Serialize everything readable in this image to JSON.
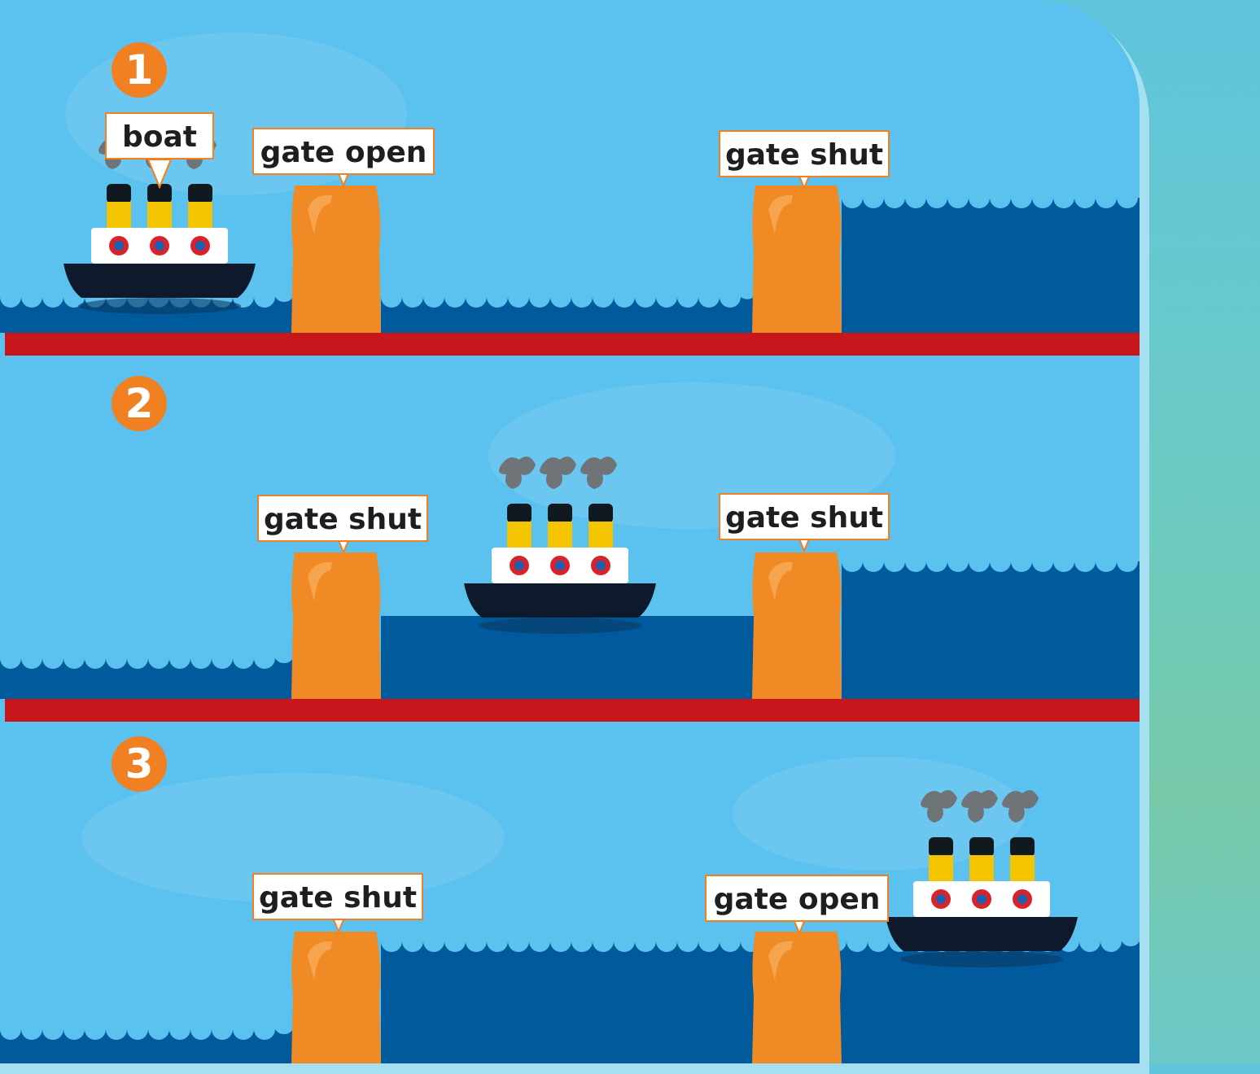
{
  "colors": {
    "sky": "#5bc1ee",
    "water": "#005a9c",
    "wave": "#5bc1ee",
    "gate": "#f08a24",
    "divider": "#c8161d",
    "badge": "#f08021",
    "hull": "#0e1a2b",
    "funnel": "#f5c400",
    "porthole": "#d8232a"
  },
  "stages": [
    {
      "number": "1",
      "labels": {
        "boat": "boat",
        "left_gate": "gate open",
        "right_gate": "gate shut"
      }
    },
    {
      "number": "2",
      "labels": {
        "left_gate": "gate shut",
        "right_gate": "gate shut"
      }
    },
    {
      "number": "3",
      "labels": {
        "left_gate": "gate shut",
        "right_gate": "gate open"
      }
    }
  ]
}
